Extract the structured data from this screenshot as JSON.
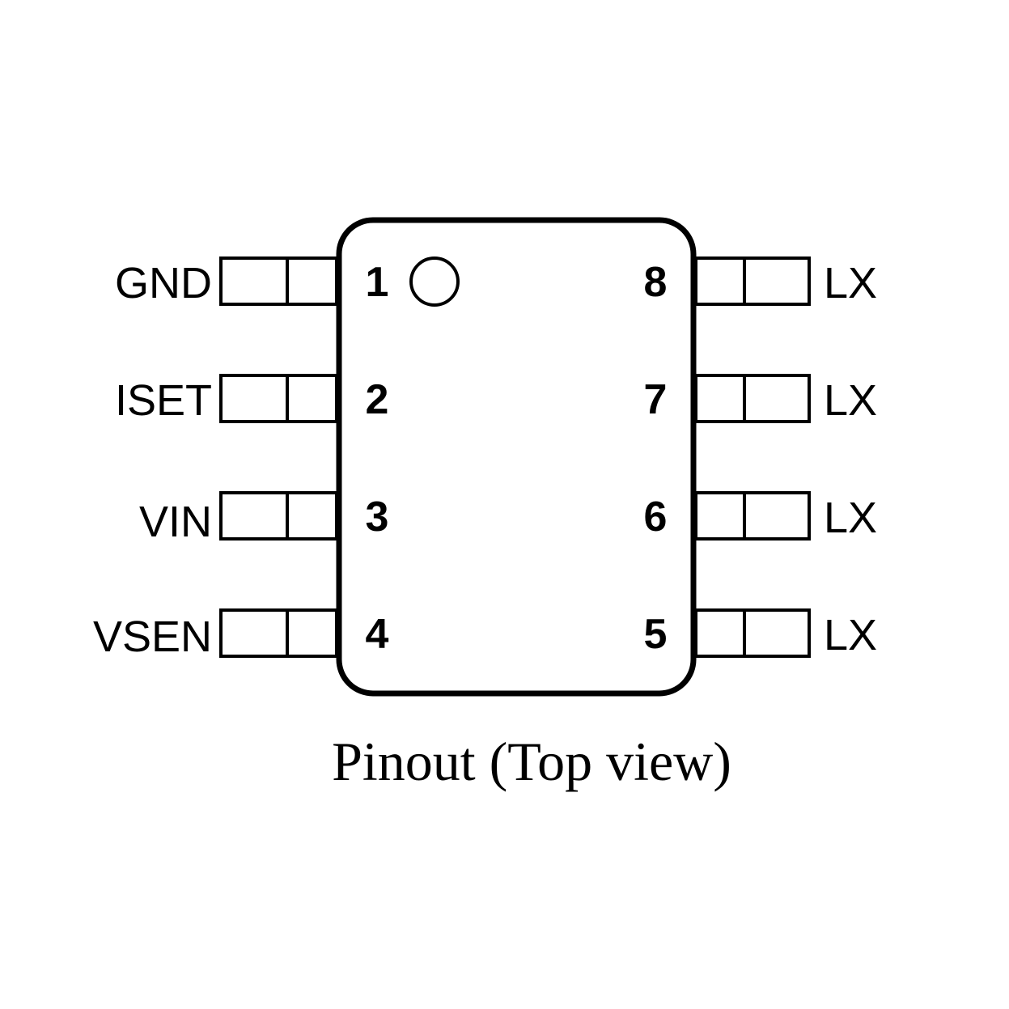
{
  "diagram": {
    "caption": "Pinout (Top view)",
    "pin1_marker": "pin-1-indicator-circle",
    "pins_left": [
      {
        "number": "1",
        "name": "GND"
      },
      {
        "number": "2",
        "name": "ISET"
      },
      {
        "number": "3",
        "name": "VIN"
      },
      {
        "number": "4",
        "name": "VSEN"
      }
    ],
    "pins_right": [
      {
        "number": "8",
        "name": "LX"
      },
      {
        "number": "7",
        "name": "LX"
      },
      {
        "number": "6",
        "name": "LX"
      },
      {
        "number": "5",
        "name": "LX"
      }
    ],
    "colors": {
      "line": "#000000",
      "background": "#ffffff"
    }
  }
}
